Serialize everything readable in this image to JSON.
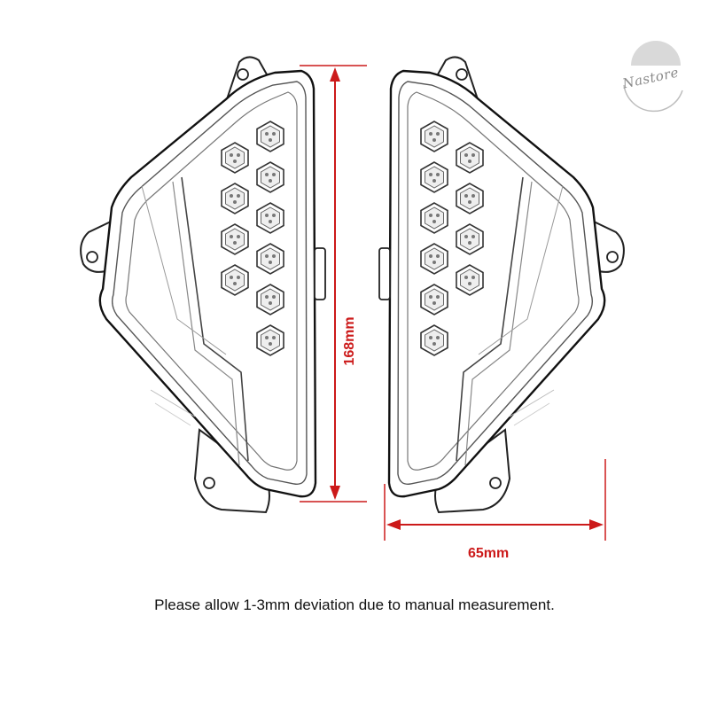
{
  "brand": {
    "name": "Nastore"
  },
  "dimensions": {
    "height": "168mm",
    "width": "65mm",
    "line_color": "#cc1a1a"
  },
  "note": "Please allow 1-3mm deviation due to manual measurement."
}
